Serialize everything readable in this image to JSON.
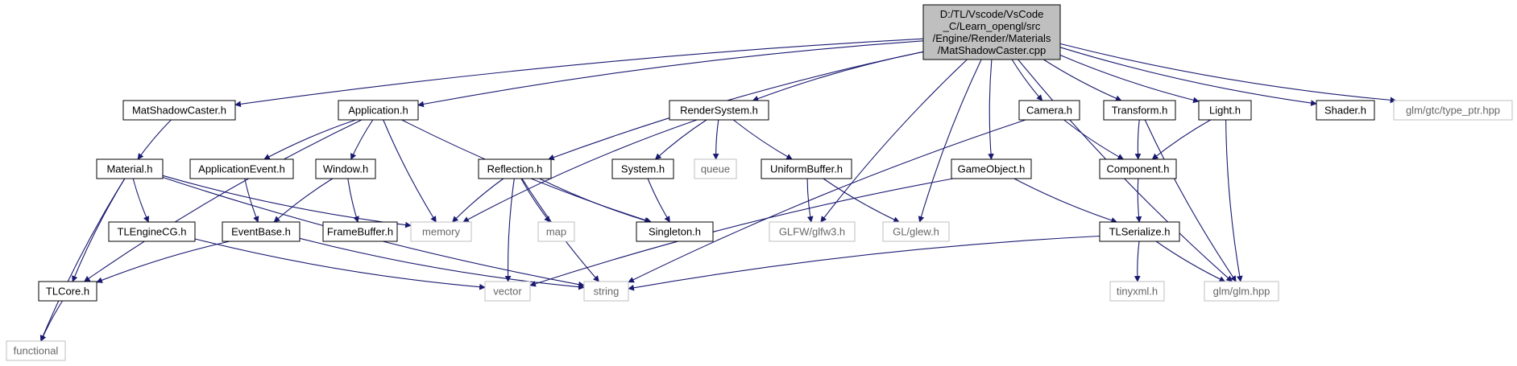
{
  "graph": {
    "colors": {
      "root_fill": "#bfbfbf",
      "node_border": "#000000",
      "external_border": "#bfbfbf",
      "external_text": "#666666",
      "edge": "#191970"
    },
    "nodes": {
      "root": {
        "lines": [
          "D:/TL/Vscode/VsCode",
          "_C/Learn_opengl/src",
          "/Engine/Render/Materials",
          "/MatShadowCaster.cpp"
        ],
        "kind": "root"
      },
      "matshadow": {
        "lines": [
          "MatShadowCaster.h"
        ],
        "kind": "header"
      },
      "application": {
        "lines": [
          "Application.h"
        ],
        "kind": "header"
      },
      "rendersystem": {
        "lines": [
          "RenderSystem.h"
        ],
        "kind": "header"
      },
      "camera": {
        "lines": [
          "Camera.h"
        ],
        "kind": "header"
      },
      "transform": {
        "lines": [
          "Transform.h"
        ],
        "kind": "header"
      },
      "light": {
        "lines": [
          "Light.h"
        ],
        "kind": "header"
      },
      "shader": {
        "lines": [
          "Shader.h"
        ],
        "kind": "header"
      },
      "typeptr": {
        "lines": [
          "glm/gtc/type_ptr.hpp"
        ],
        "kind": "external"
      },
      "material": {
        "lines": [
          "Material.h"
        ],
        "kind": "header"
      },
      "appevent": {
        "lines": [
          "ApplicationEvent.h"
        ],
        "kind": "header"
      },
      "window": {
        "lines": [
          "Window.h"
        ],
        "kind": "header"
      },
      "reflection": {
        "lines": [
          "Reflection.h"
        ],
        "kind": "header"
      },
      "system": {
        "lines": [
          "System.h"
        ],
        "kind": "header"
      },
      "queue": {
        "lines": [
          "queue"
        ],
        "kind": "external"
      },
      "uniformbuffer": {
        "lines": [
          "UniformBuffer.h"
        ],
        "kind": "header"
      },
      "gameobject": {
        "lines": [
          "GameObject.h"
        ],
        "kind": "header"
      },
      "component": {
        "lines": [
          "Component.h"
        ],
        "kind": "header"
      },
      "tlenginecg": {
        "lines": [
          "TLEngineCG.h"
        ],
        "kind": "header"
      },
      "eventbase": {
        "lines": [
          "EventBase.h"
        ],
        "kind": "header"
      },
      "framebuffer": {
        "lines": [
          "FrameBuffer.h"
        ],
        "kind": "header"
      },
      "memory": {
        "lines": [
          "memory"
        ],
        "kind": "external"
      },
      "map": {
        "lines": [
          "map"
        ],
        "kind": "external"
      },
      "singleton": {
        "lines": [
          "Singleton.h"
        ],
        "kind": "header"
      },
      "glfw": {
        "lines": [
          "GLFW/glfw3.h"
        ],
        "kind": "external"
      },
      "glew": {
        "lines": [
          "GL/glew.h"
        ],
        "kind": "external"
      },
      "tlserialize": {
        "lines": [
          "TLSerialize.h"
        ],
        "kind": "header"
      },
      "tlcore": {
        "lines": [
          "TLCore.h"
        ],
        "kind": "header"
      },
      "vector": {
        "lines": [
          "vector"
        ],
        "kind": "external"
      },
      "string": {
        "lines": [
          "string"
        ],
        "kind": "external"
      },
      "tinyxml": {
        "lines": [
          "tinyxml.h"
        ],
        "kind": "external"
      },
      "glm": {
        "lines": [
          "glm/glm.hpp"
        ],
        "kind": "external"
      },
      "functional": {
        "lines": [
          "functional"
        ],
        "kind": "external"
      }
    },
    "edges": [
      [
        "root",
        "matshadow"
      ],
      [
        "root",
        "application"
      ],
      [
        "root",
        "reflection"
      ],
      [
        "root",
        "rendersystem"
      ],
      [
        "root",
        "glfw"
      ],
      [
        "root",
        "glew"
      ],
      [
        "root",
        "gameobject"
      ],
      [
        "root",
        "camera"
      ],
      [
        "root",
        "transform"
      ],
      [
        "root",
        "light"
      ],
      [
        "root",
        "glm"
      ],
      [
        "root",
        "shader"
      ],
      [
        "root",
        "typeptr"
      ],
      [
        "matshadow",
        "material"
      ],
      [
        "application",
        "tlcore"
      ],
      [
        "application",
        "appevent"
      ],
      [
        "application",
        "window"
      ],
      [
        "application",
        "memory"
      ],
      [
        "application",
        "singleton"
      ],
      [
        "material",
        "memory"
      ],
      [
        "material",
        "tlenginecg"
      ],
      [
        "material",
        "tlcore"
      ],
      [
        "material",
        "functional"
      ],
      [
        "material",
        "string"
      ],
      [
        "appevent",
        "eventbase"
      ],
      [
        "window",
        "eventbase"
      ],
      [
        "window",
        "framebuffer"
      ],
      [
        "eventbase",
        "tlcore"
      ],
      [
        "eventbase",
        "string"
      ],
      [
        "tlenginecg",
        "vector"
      ],
      [
        "tlcore",
        "functional"
      ],
      [
        "reflection",
        "memory"
      ],
      [
        "reflection",
        "map"
      ],
      [
        "reflection",
        "vector"
      ],
      [
        "reflection",
        "string"
      ],
      [
        "reflection",
        "singleton"
      ],
      [
        "rendersystem",
        "memory"
      ],
      [
        "rendersystem",
        "system"
      ],
      [
        "rendersystem",
        "queue"
      ],
      [
        "rendersystem",
        "uniformbuffer"
      ],
      [
        "system",
        "singleton"
      ],
      [
        "uniformbuffer",
        "glfw"
      ],
      [
        "uniformbuffer",
        "glew"
      ],
      [
        "camera",
        "component"
      ],
      [
        "camera",
        "string"
      ],
      [
        "gameobject",
        "tlserialize"
      ],
      [
        "gameobject",
        "vector"
      ],
      [
        "transform",
        "component"
      ],
      [
        "transform",
        "glm"
      ],
      [
        "light",
        "component"
      ],
      [
        "light",
        "glm"
      ],
      [
        "component",
        "tlserialize"
      ],
      [
        "tlserialize",
        "tinyxml"
      ],
      [
        "tlserialize",
        "glm"
      ],
      [
        "tlserialize",
        "string"
      ]
    ]
  }
}
